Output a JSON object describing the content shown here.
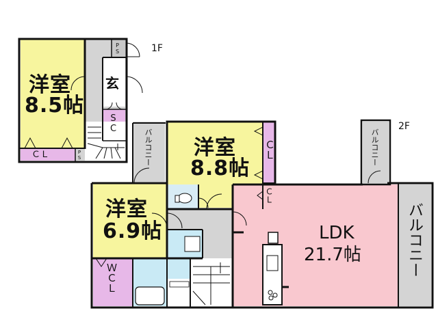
{
  "floors": {
    "first_label": "1F",
    "second_label": "2F"
  },
  "first_floor": {
    "room_name": "洋室",
    "room_size": "8.5帖",
    "closet": "ＣＬ",
    "entrance": "玄",
    "shoe_closet": "SC",
    "ps_top": "PS",
    "ps_bottom": "PS"
  },
  "second_floor": {
    "room_88_name": "洋室",
    "room_88_size": "8.8帖",
    "room_69_name": "洋室",
    "room_69_size": "6.9帖",
    "ldk_name": "LDK",
    "ldk_size": "21.7帖",
    "closet_large": "ＣＬ",
    "closet_small": "ＣＬ",
    "wcl": "ＷＣＬ",
    "balcony_left": "バルコニー",
    "balcony_mid": "バルコニー",
    "balcony_right": "バルコニー"
  }
}
